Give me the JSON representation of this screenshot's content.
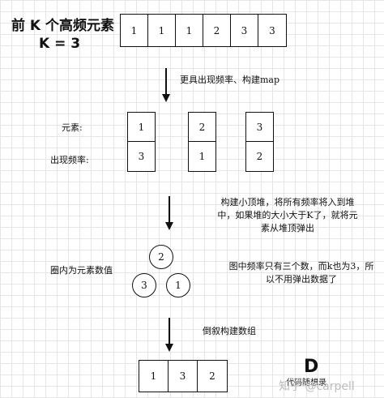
{
  "title": {
    "line1": "前 K 个高频元素",
    "line2": "K = 3"
  },
  "input_array": [
    "1",
    "1",
    "1",
    "2",
    "3",
    "3"
  ],
  "step1_label": "更具出现频率、构建map",
  "map": {
    "element_label": "元素:",
    "frequency_label": "出现频率:",
    "entries": [
      {
        "element": "1",
        "frequency": "3"
      },
      {
        "element": "2",
        "frequency": "1"
      },
      {
        "element": "3",
        "frequency": "2"
      }
    ]
  },
  "step2_note": [
    "构建小顶堆，将所有频率将入到堆",
    "中，如果堆的大小大于K了，就将元",
    "素从堆顶弹出"
  ],
  "heap_label": "圈内为元素数值",
  "heap_nodes": {
    "top": "2",
    "left": "3",
    "right": "1"
  },
  "heap_note": [
    "图中频率只有三个数，而k也为3，所",
    "以不用弹出数据了"
  ],
  "step3_label": "倒叙构建数组",
  "result_array": [
    "1",
    "3",
    "2"
  ],
  "watermark": {
    "logo_letter": "D",
    "logo_text": "代码随想录",
    "credit": "知乎 @carpell"
  }
}
